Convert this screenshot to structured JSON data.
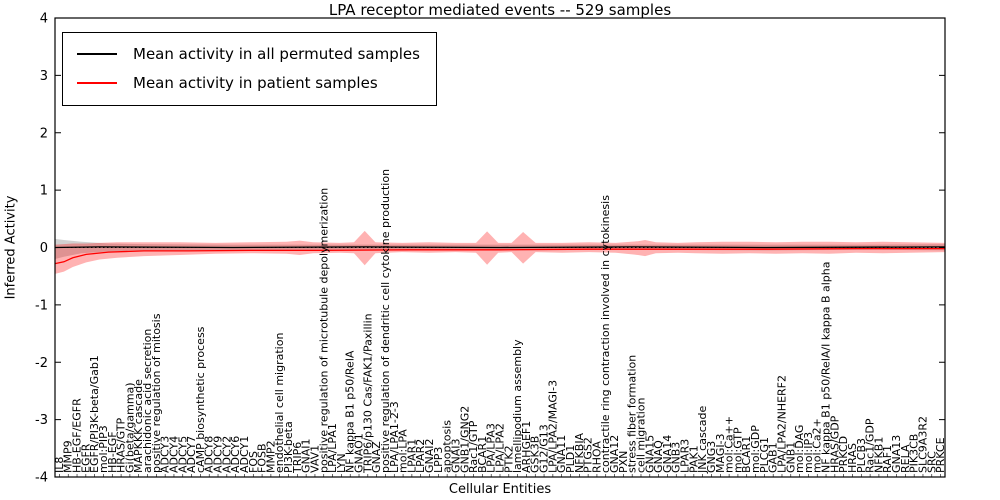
{
  "figure": {
    "title": "LPA receptor mediated events -- 529 samples",
    "xlabel": "Cellular Entities",
    "ylabel": "Inferred Activity"
  },
  "legend": {
    "entries": [
      {
        "label": "Mean activity in all permuted samples",
        "color": "#000000"
      },
      {
        "label": "Mean activity in patient samples",
        "color": "#ff0000"
      }
    ]
  },
  "chart_data": {
    "type": "line",
    "title": "LPA receptor mediated events -- 529 samples",
    "xlabel": "Cellular Entities",
    "ylabel": "Inferred Activity",
    "ylim": [
      -4,
      4
    ],
    "yticks": [
      -4,
      -3,
      -2,
      -1,
      0,
      1,
      2,
      3,
      4
    ],
    "grid": false,
    "legend_position": "upper left",
    "zero_line": {
      "y": 0,
      "color": "#000000",
      "style": "dotted"
    },
    "categories": [
      "IL8",
      "MMP9",
      "HB-EGF/EGFR",
      "EGFR",
      "EGFR/PI3K-beta/Gab1",
      "mol:PIP3",
      "HB-EGF",
      "HRAS/GTP",
      "Gi(beta/gamma)",
      "MAPKKK cascade",
      "arachidonic acid secretion",
      "positive regulation of mitosis",
      "ADCY3",
      "ADCY4",
      "ADCY5",
      "ADCY7",
      "cAMP biosynthetic process",
      "ADCY8",
      "ADCY9",
      "ADCY2",
      "ADCY6",
      "ADCY1",
      "FOS",
      "FOSB",
      "MMP2",
      "endothelial cell migration",
      "PI3K-beta",
      "TRIP6",
      "GNAI1",
      "VAV1",
      "positive regulation of microtubule depolymerization",
      "LPA/LPA1",
      "LYN",
      "NF kappa B1 p50/RelA",
      "GNAO1",
      "TRIP6/p130 Cas/FAK1/Paxillin",
      "GNAZ",
      "positive regulation of dendritic cell cytokine production",
      "LPA/LPA1-2-3",
      "mol:LPA",
      "LPAR1",
      "LPAR2",
      "GNAI2",
      "LPP3",
      "apoptosis",
      "GNAI3",
      "GNB1/GNG2",
      "Rac1/GTP",
      "BCAR1",
      "LPA/LPA3",
      "LPA/LPA2",
      "PTK2",
      "lamellipodium assembly",
      "ARHGEF1",
      "GSK3B",
      "G12/G13",
      "LPA/LPA2/MAGI-3",
      "GNA11",
      "PLD1",
      "NFKBIA",
      "PTGS2",
      "RHOA",
      "contractile ring contraction involved in cytokinesis",
      "GNA12",
      "PXN",
      "stress fiber formation",
      "cell migration",
      "GNA15",
      "GNAQ",
      "GNA14",
      "GNB3",
      "LPAR3",
      "PAK1",
      "JNK cascade",
      "GNG3",
      "MAGI-3",
      "mol:Ca++",
      "mol:GTP",
      "BCAR1",
      "mol:GDP",
      "PLCG1",
      "GAB1",
      "LPA/LPA2/NHERF2",
      "GNB1",
      "mol:DAG",
      "mol:IP3",
      "mol:Ca2+",
      "NF kappa B1 p50/RelA/I kappa B alpha",
      "HRAS/GDP",
      "PRKCD",
      "HRAS",
      "PLCB3",
      "Rac1/GDP",
      "NFKB1",
      "RAF1",
      "GNA13",
      "RELA",
      "PIK3CB",
      "SLC9A3R2",
      "SRC",
      "PRKCE"
    ],
    "series": [
      {
        "name": "Mean activity in all permuted samples",
        "color": "#000000",
        "band_color": "#999999",
        "band_opacity": 0.45,
        "points": [
          [
            0,
            0.0
          ],
          [
            0.05,
            0.01
          ],
          [
            0.2,
            0.0
          ],
          [
            0.35,
            0.01
          ],
          [
            0.5,
            0.0
          ],
          [
            0.65,
            0.01
          ],
          [
            0.8,
            0.0
          ],
          [
            1,
            0.01
          ]
        ],
        "band": [
          [
            0,
            -0.2,
            0.15
          ],
          [
            0.01,
            -0.16,
            0.13
          ],
          [
            0.03,
            -0.1,
            0.1
          ],
          [
            0.06,
            -0.07,
            0.07
          ],
          [
            0.1,
            -0.05,
            0.06
          ],
          [
            0.2,
            -0.05,
            0.05
          ],
          [
            0.35,
            -0.04,
            0.05
          ],
          [
            0.5,
            -0.05,
            0.05
          ],
          [
            0.65,
            -0.04,
            0.05
          ],
          [
            0.8,
            -0.05,
            0.05
          ],
          [
            0.92,
            -0.04,
            0.05
          ],
          [
            1,
            -0.05,
            0.06
          ]
        ]
      },
      {
        "name": "Mean activity in patient samples",
        "color": "#ff0000",
        "band_color": "#ff0000",
        "band_opacity": 0.3,
        "points": [
          [
            0,
            -0.28
          ],
          [
            0.01,
            -0.25
          ],
          [
            0.02,
            -0.18
          ],
          [
            0.035,
            -0.12
          ],
          [
            0.06,
            -0.08
          ],
          [
            0.1,
            -0.06
          ],
          [
            0.15,
            -0.06
          ],
          [
            0.22,
            -0.05
          ],
          [
            0.3,
            -0.05
          ],
          [
            0.4,
            -0.04
          ],
          [
            0.5,
            -0.04
          ],
          [
            0.6,
            -0.03
          ],
          [
            0.7,
            -0.03
          ],
          [
            0.8,
            -0.03
          ],
          [
            0.9,
            -0.02
          ],
          [
            1,
            -0.02
          ]
        ],
        "band": [
          [
            0,
            -0.46,
            0.05
          ],
          [
            0.01,
            -0.42,
            0.06
          ],
          [
            0.02,
            -0.34,
            0.07
          ],
          [
            0.035,
            -0.26,
            0.07
          ],
          [
            0.05,
            -0.21,
            0.08
          ],
          [
            0.07,
            -0.18,
            0.09
          ],
          [
            0.1,
            -0.15,
            0.09
          ],
          [
            0.14,
            -0.13,
            0.09
          ],
          [
            0.18,
            -0.11,
            0.08
          ],
          [
            0.22,
            -0.1,
            0.09
          ],
          [
            0.26,
            -0.11,
            0.1
          ],
          [
            0.275,
            -0.13,
            0.12
          ],
          [
            0.29,
            -0.1,
            0.09
          ],
          [
            0.32,
            -0.09,
            0.08
          ],
          [
            0.336,
            -0.1,
            0.09
          ],
          [
            0.348,
            -0.31,
            0.29
          ],
          [
            0.36,
            -0.1,
            0.09
          ],
          [
            0.39,
            -0.08,
            0.08
          ],
          [
            0.42,
            -0.09,
            0.09
          ],
          [
            0.45,
            -0.08,
            0.08
          ],
          [
            0.473,
            -0.09,
            0.08
          ],
          [
            0.4855,
            -0.3,
            0.28
          ],
          [
            0.498,
            -0.09,
            0.08
          ],
          [
            0.513,
            -0.08,
            0.08
          ],
          [
            0.526,
            -0.28,
            0.27
          ],
          [
            0.54,
            -0.08,
            0.08
          ],
          [
            0.57,
            -0.09,
            0.08
          ],
          [
            0.6,
            -0.08,
            0.09
          ],
          [
            0.63,
            -0.09,
            0.08
          ],
          [
            0.655,
            -0.13,
            0.11
          ],
          [
            0.663,
            -0.15,
            0.13
          ],
          [
            0.675,
            -0.1,
            0.09
          ],
          [
            0.7,
            -0.09,
            0.08
          ],
          [
            0.72,
            -0.1,
            0.09
          ],
          [
            0.75,
            -0.11,
            0.1
          ],
          [
            0.78,
            -0.1,
            0.1
          ],
          [
            0.81,
            -0.11,
            0.09
          ],
          [
            0.84,
            -0.1,
            0.1
          ],
          [
            0.87,
            -0.11,
            0.1
          ],
          [
            0.9,
            -0.09,
            0.09
          ],
          [
            0.93,
            -0.1,
            0.1
          ],
          [
            0.96,
            -0.09,
            0.09
          ],
          [
            1,
            -0.08,
            0.08
          ]
        ]
      }
    ]
  }
}
